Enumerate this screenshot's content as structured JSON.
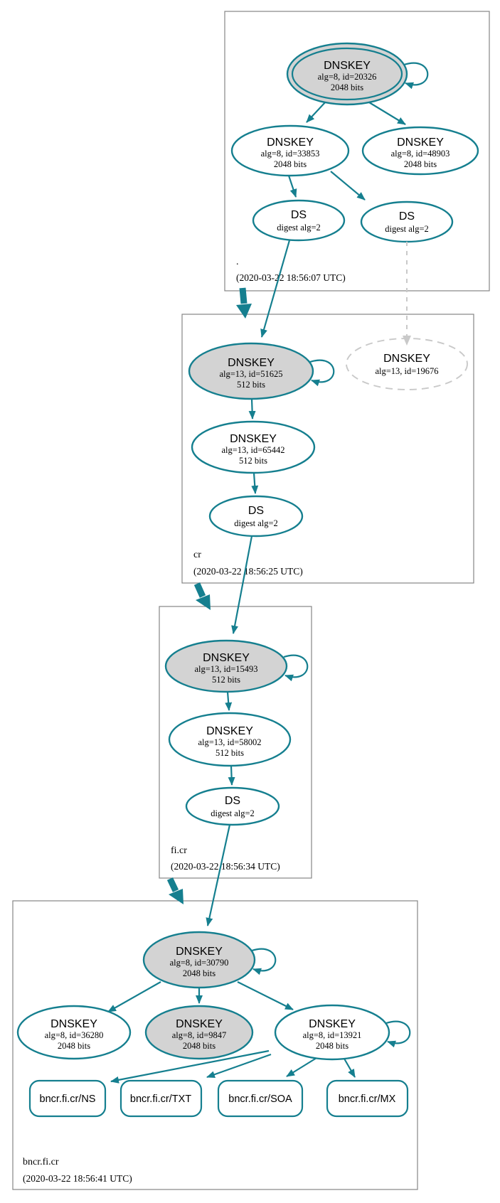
{
  "colors": {
    "edge": "#157f8f",
    "node-gray": "#d3d3d3",
    "dashed": "#c9c9c9",
    "box-border": "#858585",
    "background": "#ffffff",
    "text": "#000000"
  },
  "zones": [
    {
      "label": ".",
      "timestamp": "(2020-03-22 18:56:07 UTC)",
      "nodes": [
        {
          "title": "DNSKEY",
          "attrs": "alg=8, id=20326",
          "bits": "2048 bits"
        },
        {
          "title": "DNSKEY",
          "attrs": "alg=8, id=33853",
          "bits": "2048 bits"
        },
        {
          "title": "DNSKEY",
          "attrs": "alg=8, id=48903",
          "bits": "2048 bits"
        },
        {
          "title": "DS",
          "attrs": "digest alg=2"
        },
        {
          "title": "DS",
          "attrs": "digest alg=2"
        }
      ]
    },
    {
      "label": "cr",
      "timestamp": "(2020-03-22 18:56:25 UTC)",
      "nodes": [
        {
          "title": "DNSKEY",
          "attrs": "alg=13, id=51625",
          "bits": "512 bits"
        },
        {
          "title": "DNSKEY",
          "attrs": "alg=13, id=19676"
        },
        {
          "title": "DNSKEY",
          "attrs": "alg=13, id=65442",
          "bits": "512 bits"
        },
        {
          "title": "DS",
          "attrs": "digest alg=2"
        }
      ]
    },
    {
      "label": "fi.cr",
      "timestamp": "(2020-03-22 18:56:34 UTC)",
      "nodes": [
        {
          "title": "DNSKEY",
          "attrs": "alg=13, id=15493",
          "bits": "512 bits"
        },
        {
          "title": "DNSKEY",
          "attrs": "alg=13, id=58002",
          "bits": "512 bits"
        },
        {
          "title": "DS",
          "attrs": "digest alg=2"
        }
      ]
    },
    {
      "label": "bncr.fi.cr",
      "timestamp": "(2020-03-22 18:56:41 UTC)",
      "nodes": [
        {
          "title": "DNSKEY",
          "attrs": "alg=8, id=30790",
          "bits": "2048 bits"
        },
        {
          "title": "DNSKEY",
          "attrs": "alg=8, id=36280",
          "bits": "2048 bits"
        },
        {
          "title": "DNSKEY",
          "attrs": "alg=8, id=9847",
          "bits": "2048 bits"
        },
        {
          "title": "DNSKEY",
          "attrs": "alg=8, id=13921",
          "bits": "2048 bits"
        }
      ],
      "rrsets": [
        {
          "label": "bncr.fi.cr/NS"
        },
        {
          "label": "bncr.fi.cr/TXT"
        },
        {
          "label": "bncr.fi.cr/SOA"
        },
        {
          "label": "bncr.fi.cr/MX"
        }
      ]
    }
  ]
}
